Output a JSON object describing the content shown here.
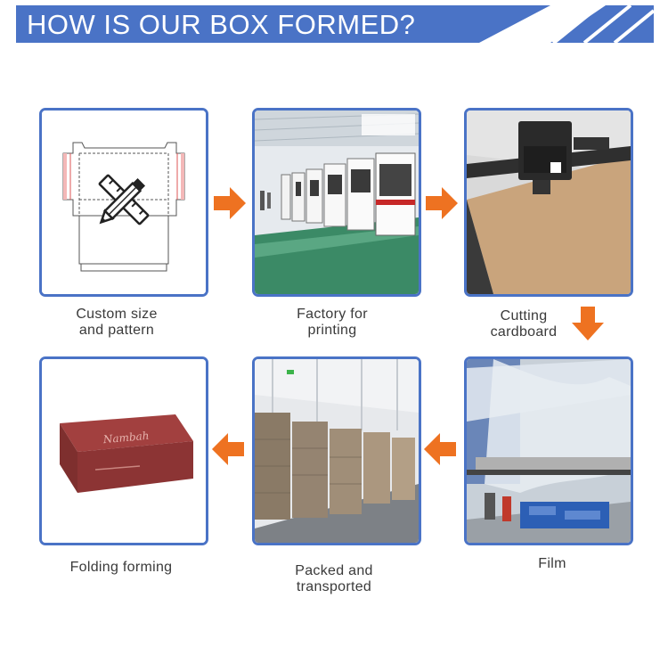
{
  "banner": {
    "title": "HOW IS OUR BOX FORMED?"
  },
  "colors": {
    "banner_blue": "#4a73c6",
    "card_border": "#4a73c6",
    "arrow_orange": "#ee7221"
  },
  "steps": [
    {
      "line1": "Custom size",
      "line2": "and pattern",
      "image": "box-pattern-illustration"
    },
    {
      "line1": "Factory for",
      "line2": "printing",
      "image": "printing-factory-photo"
    },
    {
      "line1": "Cutting",
      "line2": "cardboard",
      "image": "cardboard-cutting-machine-photo"
    },
    {
      "line1": "Film",
      "line2": "",
      "image": "film-lamination-photo"
    },
    {
      "line1": "Packed and",
      "line2": "transported",
      "image": "warehouse-pallets-photo"
    },
    {
      "line1": "Folding forming",
      "line2": "",
      "image": "folded-mailer-box-photo"
    }
  ],
  "box_logo_text": "Nambah",
  "arrows": [
    "right",
    "right",
    "down",
    "left",
    "left"
  ]
}
